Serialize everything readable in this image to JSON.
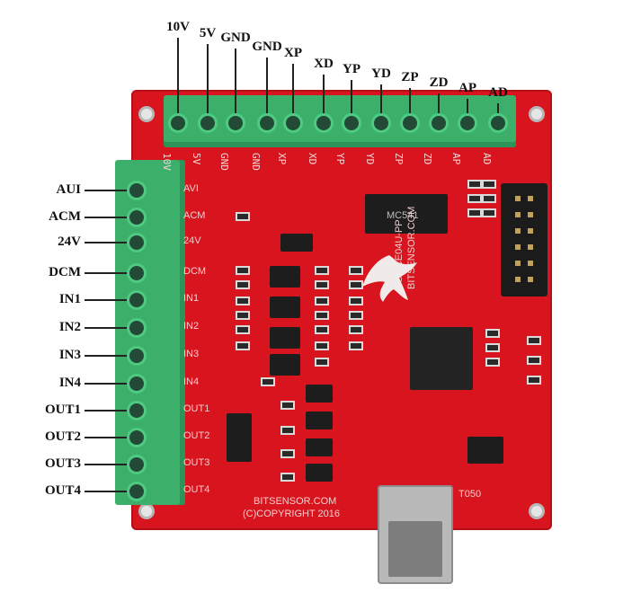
{
  "top_labels": [
    "10V",
    "5V",
    "GND",
    "GND",
    "XP",
    "XD",
    "YP",
    "YD",
    "ZP",
    "ZD",
    "AP",
    "AD"
  ],
  "left_labels": [
    "AUI",
    "ACM",
    "24V",
    "DCM",
    "IN1",
    "IN2",
    "IN3",
    "IN4",
    "OUT1",
    "OUT2",
    "OUT3",
    "OUT4"
  ],
  "top_pins": [
    "10V",
    "5V",
    "GND",
    "GND",
    "XP",
    "XD",
    "YP",
    "YD",
    "ZP",
    "ZD",
    "AP",
    "AD"
  ],
  "left_pins": [
    "AVI",
    "ACM",
    "24V",
    "DCM",
    "IN1",
    "IN2",
    "IN3",
    "IN4",
    "OUT1",
    "OUT2",
    "OUT3",
    "OUT4"
  ],
  "chips": {
    "top_ic": "MC541",
    "vertical_text_1": "BSMCE04U-PP",
    "vertical_text_2": "BITSENSOR.COM",
    "reg": "T050"
  },
  "footer": {
    "line1": "BITSENSOR.COM",
    "line2": "(C)COPYRIGHT 2016"
  },
  "colors": {
    "board": "#d8141e",
    "terminal": "#3cb06a"
  }
}
